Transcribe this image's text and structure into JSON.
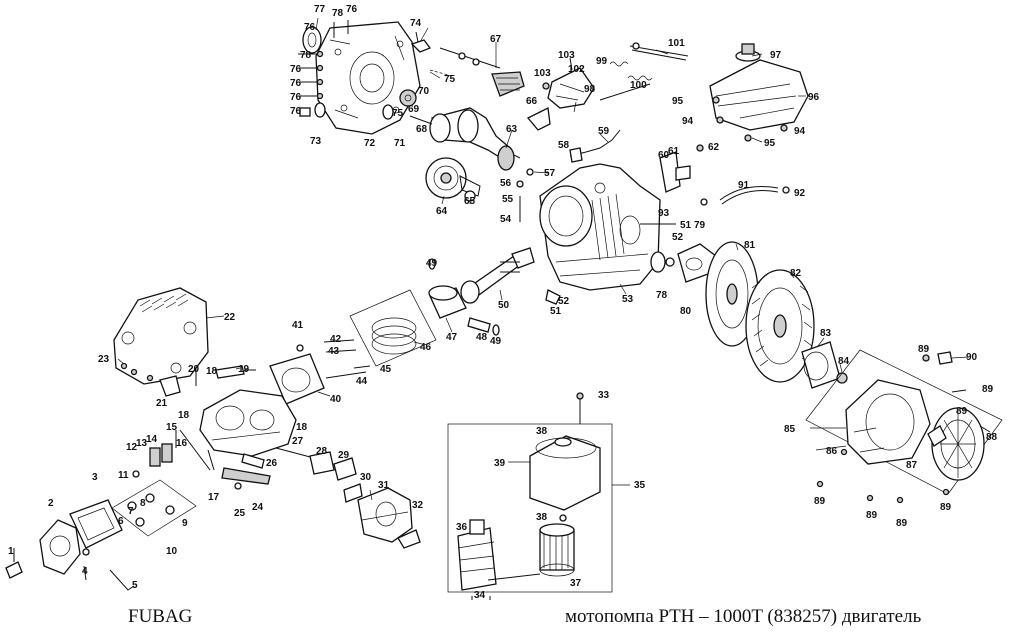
{
  "brand": "FUBAG",
  "title": "мотопомпа  PTH – 1000T (838257) двигатель",
  "callouts": {
    "c77": "77",
    "c78a": "78",
    "c78b": "78",
    "c76a": "76",
    "c76b": "76",
    "c76c": "76",
    "c76d": "76",
    "c76e": "76",
    "c76f": "76",
    "c74": "74",
    "c75a": "75",
    "c75b": "75",
    "c70": "70",
    "c69": "69",
    "c72": "72",
    "c71": "71",
    "c73": "73",
    "c68": "68",
    "c67": "67",
    "c66": "66",
    "c103a": "103",
    "c103b": "103",
    "c102": "102",
    "c99": "99",
    "c98": "98",
    "c101": "101",
    "c100": "100",
    "c97": "97",
    "c96": "96",
    "c95a": "95",
    "c95b": "95",
    "c94a": "94",
    "c94b": "94",
    "c93": "93",
    "c92": "92",
    "c91": "91",
    "c63": "63",
    "c64": "64",
    "c65": "65",
    "c58": "58",
    "c59": "59",
    "c57": "57",
    "c56": "56",
    "c55": "55",
    "c54": "54",
    "c60": "60",
    "c61": "61",
    "c62": "62",
    "c51a": "51",
    "c51b": "51",
    "c52a": "52",
    "c52b": "52",
    "c53": "53",
    "c79": "79",
    "c78c": "78",
    "c80": "80",
    "c81": "81",
    "c82": "82",
    "c83": "83",
    "c84": "84",
    "c49a": "49",
    "c49b": "49",
    "c50": "50",
    "c48": "48",
    "c47": "47",
    "c46": "46",
    "c45": "45",
    "c44": "44",
    "c43": "43",
    "c42": "42",
    "c41": "41",
    "c40": "40",
    "c22": "22",
    "c23": "23",
    "c21": "21",
    "c20": "20",
    "c19": "19",
    "c18a": "18",
    "c18b": "18",
    "c18c": "18",
    "c15": "15",
    "c16": "16",
    "c14": "14",
    "c13": "13",
    "c12": "12",
    "c11": "11",
    "c17": "17",
    "c7": "7",
    "c8": "8",
    "c9": "9",
    "c6": "6",
    "c10": "10",
    "c3": "3",
    "c2": "2",
    "c1": "1",
    "c4": "4",
    "c5": "5",
    "c25": "25",
    "c24": "24",
    "c26": "26",
    "c27": "27",
    "c28": "28",
    "c29": "29",
    "c30": "30",
    "c31": "31",
    "c32": "32",
    "c33": "33",
    "c34": "34",
    "c35": "35",
    "c36": "36",
    "c37": "37",
    "c38a": "38",
    "c38b": "38",
    "c39": "39",
    "c85": "85",
    "c86": "86",
    "c87": "87",
    "c88": "88",
    "c89a": "89",
    "c89b": "89",
    "c89c": "89",
    "c89d": "89",
    "c89e": "89",
    "c89f": "89",
    "c89g": "89",
    "c90": "90"
  },
  "icons": {
    "fuel_tank": "fuel-tank-icon",
    "cylinder_block": "cylinder-block-icon",
    "flywheel": "flywheel-icon",
    "recoil_starter": "recoil-starter-icon",
    "air_filter": "air-filter-icon",
    "carburetor": "carburetor-icon",
    "valve_cover": "valve-cover-icon",
    "muffler_cover": "muffler-cover-icon",
    "piston": "piston-icon",
    "crankshaft": "crankshaft-icon",
    "crankcase_cover": "crankcase-cover-icon"
  }
}
